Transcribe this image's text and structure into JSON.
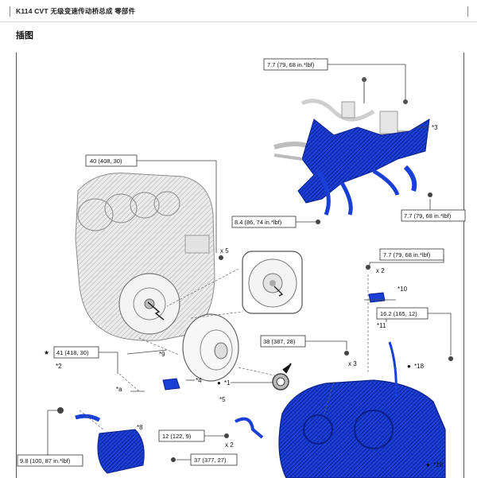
{
  "header": {
    "title": "K114 CVT  无级变速传动桥总成  零部件"
  },
  "section": {
    "title": "插图"
  },
  "torques": {
    "t1": "7.7 (79, 68 in.*lbf)",
    "t2": "40 (408, 30)",
    "t3": "8.4 (86, 74 in.*lbf)",
    "t4": "7.7 (79, 68 in.*lbf)",
    "t5": "7.7 (79, 68 in.*lbf)",
    "t6": "16.2 (165, 12)",
    "t7": "41 (418, 30)",
    "t8": "38 (387, 28)",
    "t9": "12 (122, 9)",
    "t10": "9.8 (100, 87 in.*lbf)",
    "t11": "37 (377, 27)"
  },
  "labels": {
    "c3": "*3",
    "c10": "*10",
    "c11": "*11",
    "c18a": "*18",
    "c18b": "*18",
    "c2": "*2",
    "ca": "*a",
    "c4": "*4",
    "c9": "*9",
    "c1": "*1",
    "c5": "*5",
    "c8": "*8",
    "x5": "x 5",
    "x2a": "x 2",
    "x3": "x 3",
    "x2b": "x 2",
    "star": "★",
    "dot": "●"
  },
  "colors": {
    "harness_blue": "#1a3fd6",
    "dark_blue": "#0b1f8a",
    "engine_gray": "#d9d9d9",
    "line": "#333333"
  }
}
